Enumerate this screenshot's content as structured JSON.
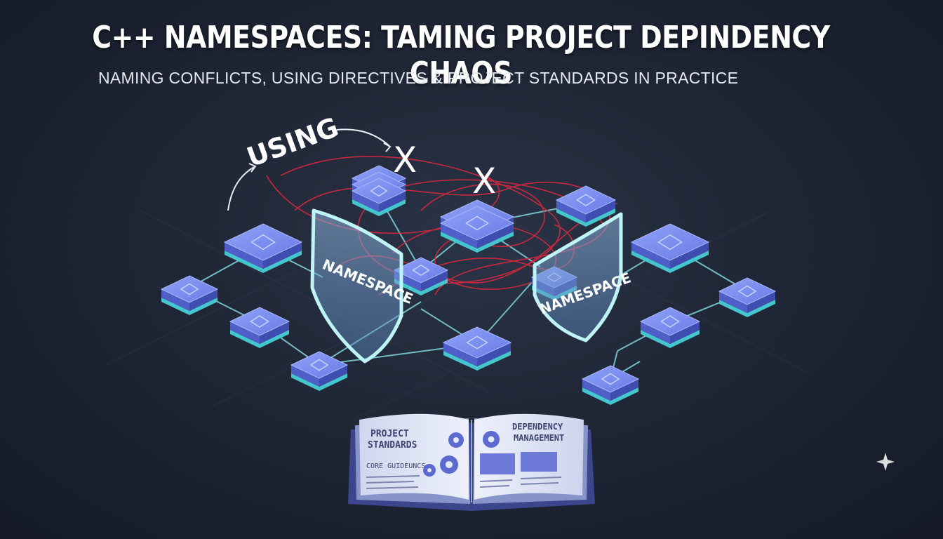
{
  "title": "C++ NAMESPACES: TAMING PROJECT DEPINDENCY CHAOS",
  "subtitle": "NAMING CONFLICTS, USING DIRECTIVES & PROJECT STANDARDS IN PRACTICE",
  "diagram": {
    "using_label": "USING",
    "shield_left_label": "NAMESPACE",
    "shield_right_label": "NAMESPACE",
    "conflict_marks": [
      "X",
      "X"
    ]
  },
  "book": {
    "left_heading_line1": "PROJECT",
    "left_heading_line2": "STANDARDS",
    "left_subheading": "CORE GUIDEUNCS",
    "right_heading_line1": "DEPENDENCY",
    "right_heading_line2": "MANAGEMENT"
  },
  "colors": {
    "background": "#1f2636",
    "tile_top": "#7a8cf0",
    "tile_side": "#4f5fc7",
    "tile_base": "#45c6cf",
    "connector": "#7fd6dc",
    "tangle": "#d9283f",
    "shield_fill": "#6f9fd0",
    "shield_edge": "#bff4f6"
  }
}
